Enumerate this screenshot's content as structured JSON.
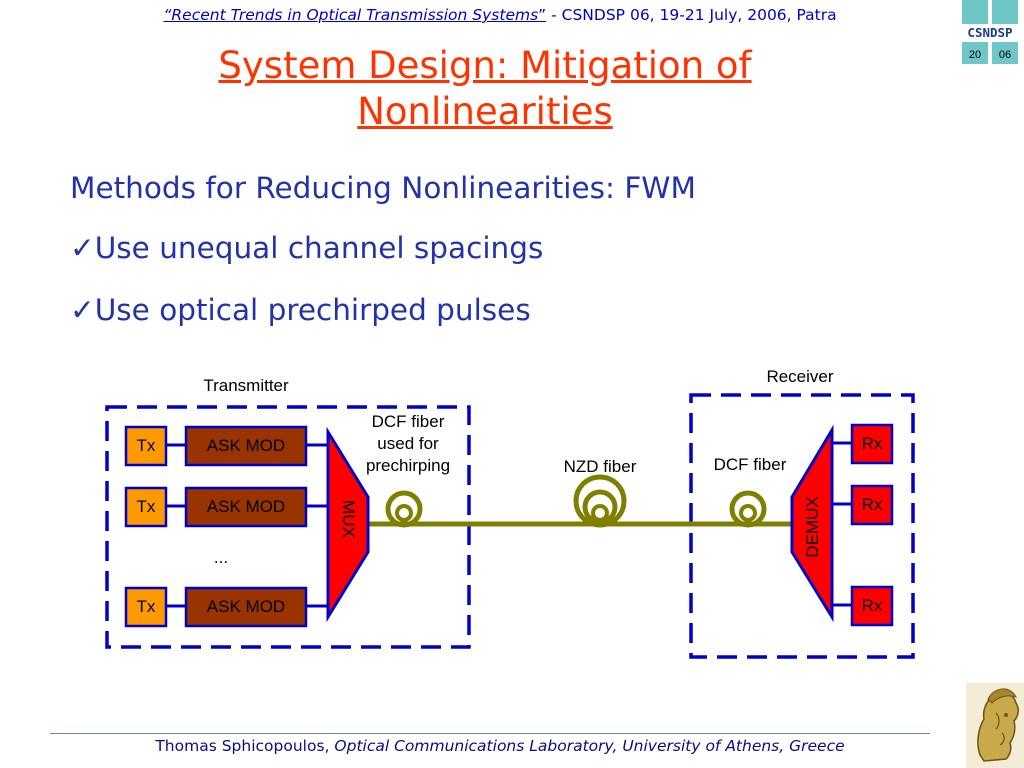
{
  "header": {
    "quote_open": "“",
    "conference_title": "Recent Trends in Optical Transmission Systems",
    "quote_close": "”",
    "event": " - CSNDSP 06, 19-21 July, 2006, Patra"
  },
  "logo": {
    "text": "CSNDSP",
    "year_left": "20",
    "year_right": "06"
  },
  "title": {
    "line1": "System Design: Mitigation of",
    "line2": "Nonlinearities"
  },
  "bullets": {
    "heading": "Methods for Reducing Nonlinearities: FWM",
    "items": [
      {
        "check": "✓",
        "text": "Use unequal channel spacings"
      },
      {
        "check": "✓",
        "text": "Use optical prechirped pulses"
      }
    ]
  },
  "diagram": {
    "transmitter_label": "Transmitter",
    "receiver_label": "Receiver",
    "tx_label": "Tx",
    "mod_label": "ASK MOD",
    "ellipsis": "...",
    "mux_label": "MUX",
    "demux_label": "DEMUX",
    "rx_label": "Rx",
    "dcf_pre_line1": "DCF fiber",
    "dcf_pre_line2": "used for",
    "dcf_pre_line3": "prechirping",
    "nzd_label": "NZD fiber",
    "dcf_label": "DCF fiber",
    "colors": {
      "tx": "#ff9900",
      "mod": "#993300",
      "mux": "#ff0000",
      "frame": "#0000cc",
      "fiber": "#808000",
      "rx": "#ff0000"
    }
  },
  "footer": {
    "author": "Thomas Sphicopoulos, ",
    "affiliation": "Optical Communications Laboratory, University of Athens, Greece"
  }
}
